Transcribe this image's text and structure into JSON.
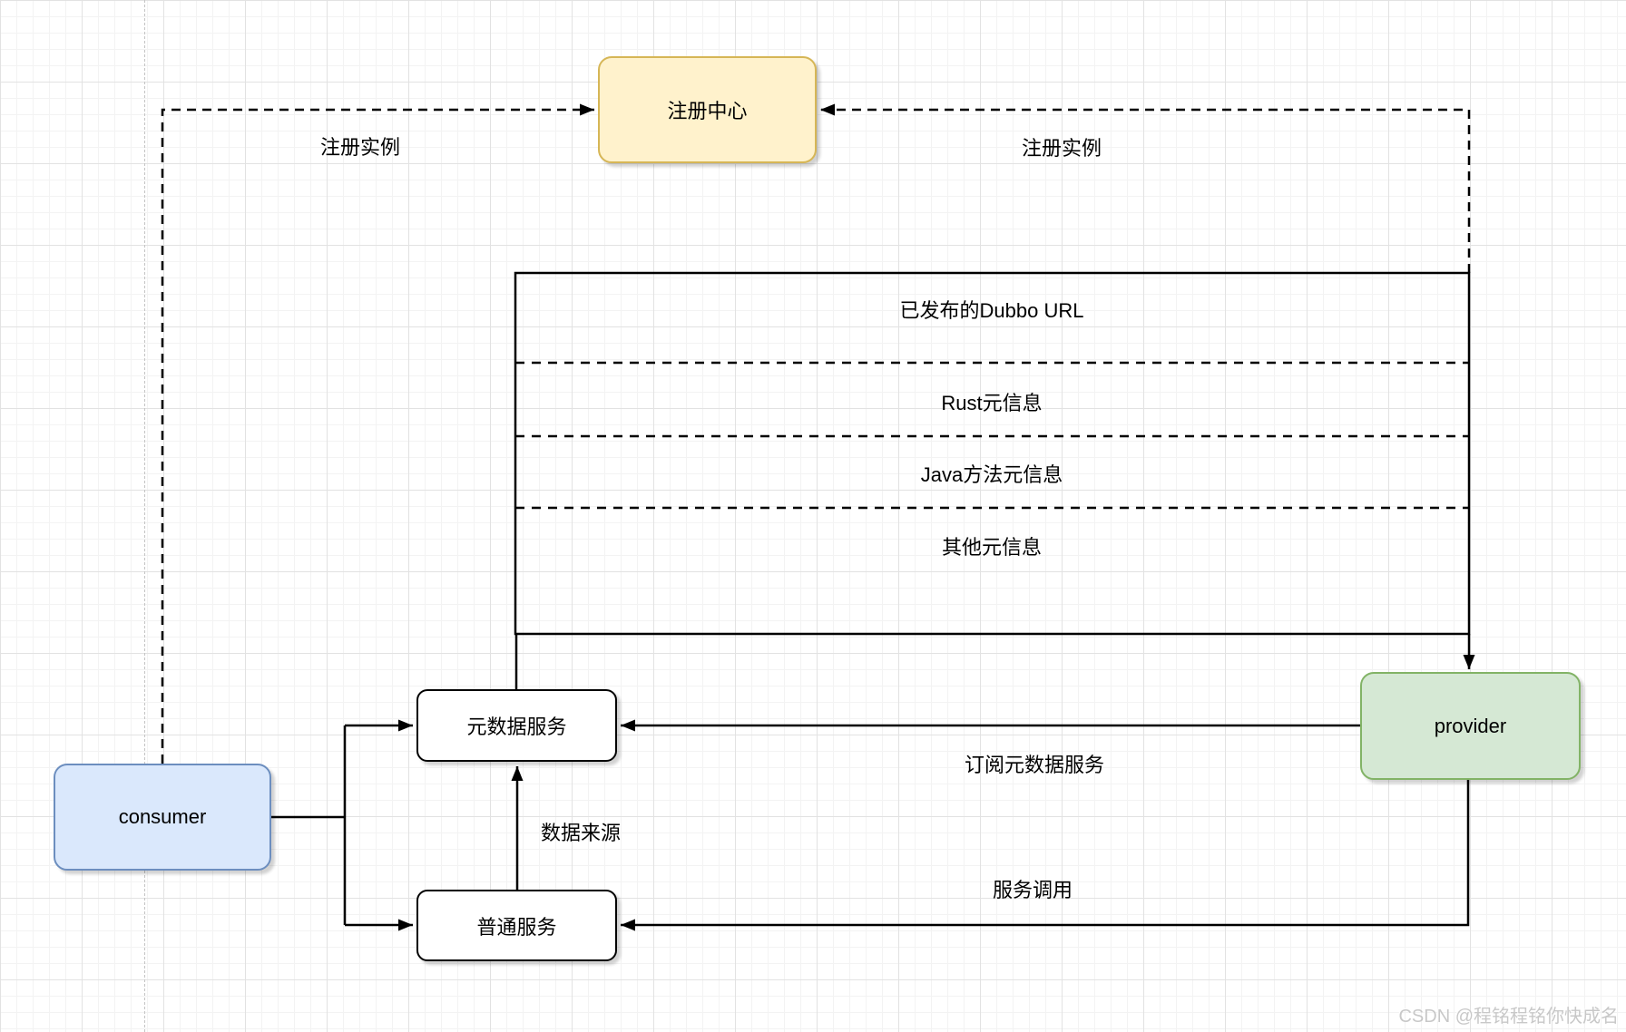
{
  "nodes": {
    "registry": {
      "label": "注册中心"
    },
    "consumer": {
      "label": "consumer"
    },
    "provider": {
      "label": "provider"
    },
    "metadata_service": {
      "label": "元数据服务"
    },
    "normal_service": {
      "label": "普通服务"
    }
  },
  "metadata_table": {
    "rows": {
      "0": "已发布的Dubbo URL",
      "1": "Rust元信息",
      "2": "Java方法元信息",
      "3": "其他元信息"
    }
  },
  "edge_labels": {
    "register_left": "注册实例",
    "register_right": "注册实例",
    "subscribe_metadata": "订阅元数据服务",
    "data_source": "数据来源",
    "service_invoke": "服务调用"
  },
  "colors": {
    "registry_fill": "#fff2cc",
    "registry_border": "#d6b656",
    "consumer_fill": "#dae8fc",
    "consumer_border": "#6c8ebf",
    "provider_fill": "#d5e8d4",
    "provider_border": "#82b366",
    "line": "#000000",
    "grid_minor": "#f3f3f3",
    "grid_major": "#e2e2e2"
  },
  "watermark": "CSDN @程铭程铭你快成名"
}
